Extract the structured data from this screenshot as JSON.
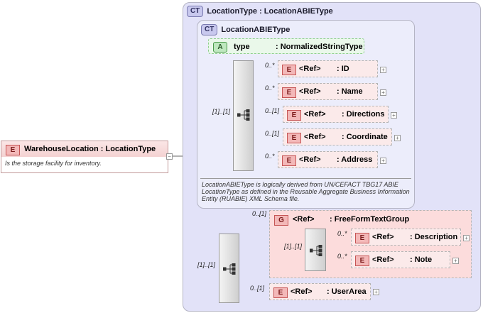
{
  "outer_ct": {
    "badge": "CT",
    "title": "LocationType : LocationABIEType"
  },
  "inner_ct": {
    "badge": "CT",
    "title": "LocationABIEType"
  },
  "attribute": {
    "badge": "A",
    "name": "type",
    "type": ": NormalizedStringType"
  },
  "inner_elements": [
    {
      "cardinality": "0..*",
      "badge": "E",
      "ref": "<Ref>",
      "name": ": ID"
    },
    {
      "cardinality": "0..*",
      "badge": "E",
      "ref": "<Ref>",
      "name": ": Name"
    },
    {
      "cardinality": "0..[1]",
      "badge": "E",
      "ref": "<Ref>",
      "name": ": Directions"
    },
    {
      "cardinality": "0..[1]",
      "badge": "E",
      "ref": "<Ref>",
      "name": ": Coordinate"
    },
    {
      "cardinality": "0..*",
      "badge": "E",
      "ref": "<Ref>",
      "name": ": Address"
    }
  ],
  "inner_seq_cardinality": "[1]..[1]",
  "inner_doc": "LocationABIEType is logically derived from UN/CEFACT TBG17 ABIE LocationType as defined in the Reusable Aggregate Business Information Entity (RUABIE) XML Schema file.",
  "root": {
    "badge": "E",
    "title": "WarehouseLocation : LocationType",
    "doc": "Is the storage facility for inventory."
  },
  "outer_seq_cardinality": "[1]..[1]",
  "group": {
    "cardinality": "0..[1]",
    "badge": "G",
    "ref": "<Ref>",
    "name": ": FreeFormTextGroup",
    "seq_cardinality": "[1]..[1]",
    "elements": [
      {
        "cardinality": "0..*",
        "badge": "E",
        "ref": "<Ref>",
        "name": ": Description"
      },
      {
        "cardinality": "0..*",
        "badge": "E",
        "ref": "<Ref>",
        "name": ": Note"
      }
    ]
  },
  "user_area": {
    "cardinality": "0..[1]",
    "badge": "E",
    "ref": "<Ref>",
    "name": ": UserArea"
  },
  "expand_glyph": "+",
  "collapse_glyph": "−",
  "colors": {
    "element_fill": "#fbeaea",
    "ct_fill": "#e2e2f8",
    "attribute_fill": "#eaf8ea"
  }
}
